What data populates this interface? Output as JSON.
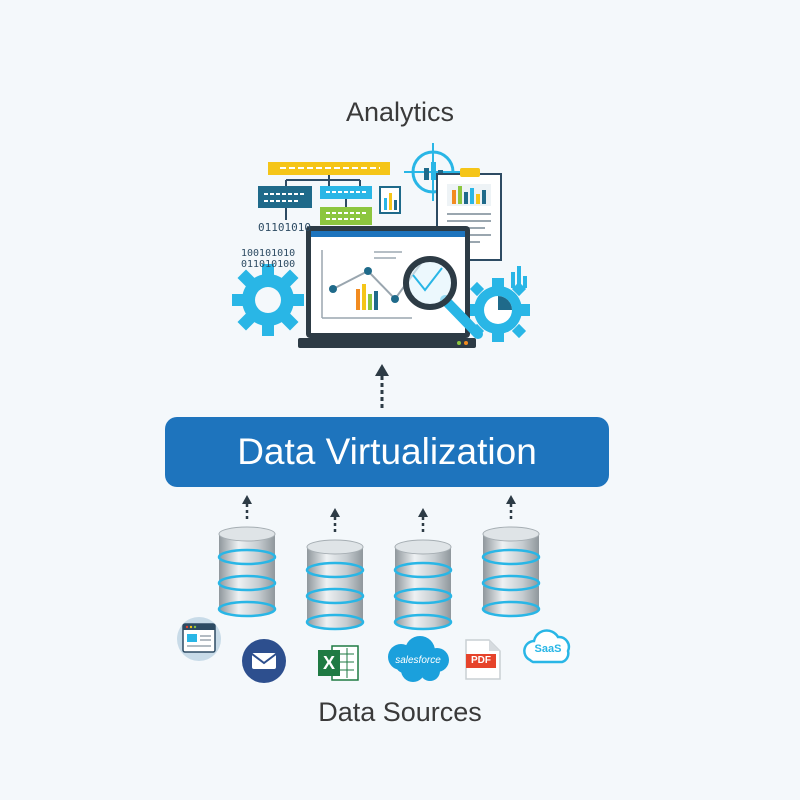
{
  "diagram": {
    "top_title": "Analytics",
    "middle_label": "Data Virtualization",
    "bottom_title": "Data Sources",
    "binary_top": "01101010",
    "binary_left_1": "100101010",
    "binary_left_2": "011010100",
    "excel_letter": "X",
    "salesforce_label": "salesforce",
    "pdf_label": "PDF",
    "saas_label": "SaaS"
  },
  "icons": [
    "flow-chart-icon",
    "target-chart-icon",
    "report-document-icon",
    "monitor-icon",
    "magnifier-icon",
    "gear-icon",
    "pie-gear-icon",
    "database-icon",
    "browser-window-icon",
    "email-icon",
    "excel-icon",
    "salesforce-icon",
    "pdf-icon",
    "saas-cloud-icon"
  ],
  "colors": {
    "primary_blue": "#1e74bd",
    "accent_cyan": "#29b6e6",
    "accent_yellow": "#f5c518",
    "accent_green": "#8cc63f",
    "accent_orange": "#f28b20",
    "dark_teal": "#1f6a8a",
    "excel_green": "#1f7a43",
    "salesforce_blue": "#1ba0dc",
    "pdf_red": "#e6432b",
    "email_navy": "#2d4f8e",
    "text_gray": "#3a3a3a"
  }
}
